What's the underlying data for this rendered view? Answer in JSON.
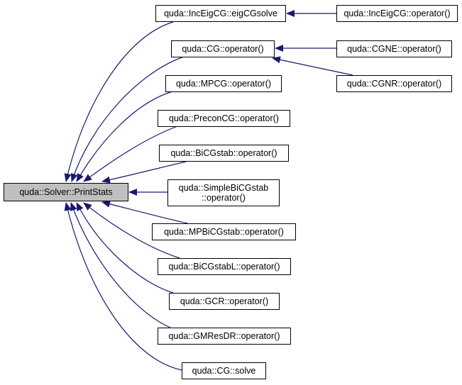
{
  "diagram": {
    "type": "caller-graph",
    "colors": {
      "edge": "#191970",
      "root_fill": "#bfbfbf",
      "node_fill": "#ffffff",
      "border": "#000000"
    },
    "root": {
      "id": "printstats",
      "label": "quda::Solver::PrintStats"
    },
    "nodes": [
      {
        "id": "eigcgsolve",
        "label": "quda::IncEigCG::eigCGsolve"
      },
      {
        "id": "inceigcg_op",
        "label": "quda::IncEigCG::operator()"
      },
      {
        "id": "cg_op",
        "label": "quda::CG::operator()"
      },
      {
        "id": "cgne_op",
        "label": "quda::CGNE::operator()"
      },
      {
        "id": "cgnr_op",
        "label": "quda::CGNR::operator()"
      },
      {
        "id": "mpcg_op",
        "label": "quda::MPCG::operator()"
      },
      {
        "id": "preconcg_op",
        "label": "quda::PreconCG::operator()"
      },
      {
        "id": "bicgstab_op",
        "label": "quda::BiCGstab::operator()"
      },
      {
        "id": "simplebicgstab_op",
        "label_line1": "quda::SimpleBiCGstab",
        "label_line2": "::operator()"
      },
      {
        "id": "mpbicgstab_op",
        "label": "quda::MPBiCGstab::operator()"
      },
      {
        "id": "bicgstabl_op",
        "label": "quda::BiCGstabL::operator()"
      },
      {
        "id": "gcr_op",
        "label": "quda::GCR::operator()"
      },
      {
        "id": "gmresdr_op",
        "label": "quda::GMResDR::operator()"
      },
      {
        "id": "cg_solve",
        "label": "quda::CG::solve"
      }
    ],
    "edges": [
      {
        "from": "eigcgsolve",
        "to": "printstats"
      },
      {
        "from": "cg_op",
        "to": "printstats"
      },
      {
        "from": "mpcg_op",
        "to": "printstats"
      },
      {
        "from": "preconcg_op",
        "to": "printstats"
      },
      {
        "from": "bicgstab_op",
        "to": "printstats"
      },
      {
        "from": "simplebicgstab_op",
        "to": "printstats"
      },
      {
        "from": "mpbicgstab_op",
        "to": "printstats"
      },
      {
        "from": "bicgstabl_op",
        "to": "printstats"
      },
      {
        "from": "gcr_op",
        "to": "printstats"
      },
      {
        "from": "gmresdr_op",
        "to": "printstats"
      },
      {
        "from": "cg_solve",
        "to": "printstats"
      },
      {
        "from": "inceigcg_op",
        "to": "eigcgsolve"
      },
      {
        "from": "cgne_op",
        "to": "cg_op"
      },
      {
        "from": "cgnr_op",
        "to": "cg_op"
      }
    ]
  }
}
